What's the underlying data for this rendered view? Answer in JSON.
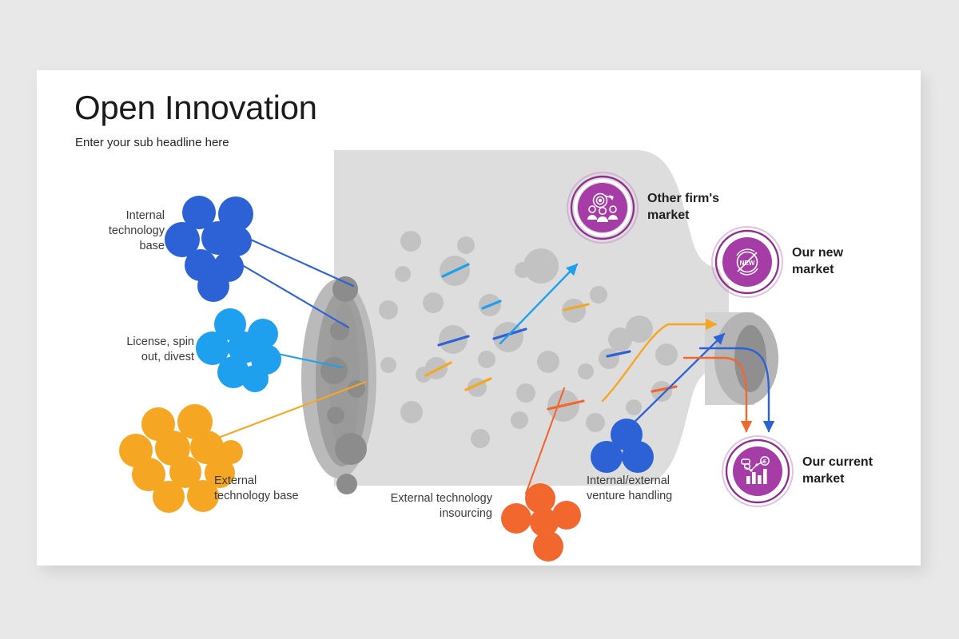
{
  "slide": {
    "title": "Open Innovation",
    "subtitle": "Enter your sub headline here"
  },
  "colors": {
    "background": "#e9e8e8",
    "slide": "#ffffff",
    "dark_blue": "#2c62d6",
    "light_blue": "#1ea0ef",
    "orange": "#f5a623",
    "orange_red": "#f2672e",
    "purple": "#a63ca6",
    "purple_ring": "#8e2f8e",
    "funnel_body": "#dcdcdc",
    "funnel_rim": "#b9b9b9",
    "funnel_inner": "#9c9c9c",
    "funnel_dot": "#c2c2c2",
    "text": "#3a3a3a",
    "text_bold": "#1e1e1e"
  },
  "left_labels": [
    {
      "id": "internal-technology-base",
      "lines": [
        "Internal",
        "technology",
        "base"
      ],
      "cluster_color": "dark_blue"
    },
    {
      "id": "license-spin-out-divest",
      "lines": [
        "License, spin",
        "out, divest"
      ],
      "cluster_color": "light_blue"
    },
    {
      "id": "external-technology-base",
      "lines": [
        "External",
        "technology base"
      ],
      "cluster_color": "orange"
    }
  ],
  "bottom_labels": [
    {
      "id": "external-technology-insourcing",
      "lines": [
        "External technology",
        "insourcing"
      ],
      "cluster_color": "orange_red"
    },
    {
      "id": "internal-external-venture-handling",
      "lines": [
        "Internal/external",
        "venture handling"
      ],
      "cluster_color": "dark_blue"
    }
  ],
  "markets": [
    {
      "id": "other-firms-market",
      "lines": [
        "Other firm's",
        "market"
      ],
      "icon": "target-people-icon"
    },
    {
      "id": "our-new-market",
      "lines": [
        "Our new",
        "market"
      ],
      "icon": "new-badge-icon"
    },
    {
      "id": "our-current-market",
      "lines": [
        "Our current",
        "market"
      ],
      "icon": "bar-chart-money-icon"
    }
  ],
  "funnel": {
    "name": "innovation-funnel",
    "description": "Open innovation funnel with permeable boundary"
  }
}
